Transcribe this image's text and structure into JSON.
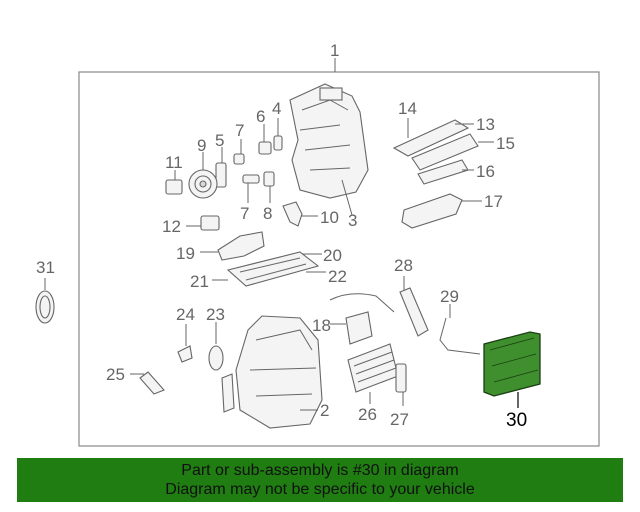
{
  "diagram": {
    "labels": {
      "p1": "1",
      "p2": "2",
      "p3": "3",
      "p4": "4",
      "p5": "5",
      "p6": "6",
      "p7a": "7",
      "p7b": "7",
      "p8": "8",
      "p9": "9",
      "p10": "10",
      "p11": "11",
      "p12": "12",
      "p13": "13",
      "p14": "14",
      "p15": "15",
      "p16": "16",
      "p17": "17",
      "p18": "18",
      "p19": "19",
      "p20": "20",
      "p21": "21",
      "p22": "22",
      "p23": "23",
      "p24": "24",
      "p25": "25",
      "p26": "26",
      "p27": "27",
      "p28": "28",
      "p29": "29",
      "p30": "30",
      "p31": "31"
    },
    "highlight_part": "30",
    "highlight_color": "#3f8f2e",
    "accent_color": "#1f7d12"
  },
  "banner": {
    "line1": "Part or sub-assembly is #30 in diagram",
    "line2": "Diagram may not be specific to your vehicle"
  }
}
